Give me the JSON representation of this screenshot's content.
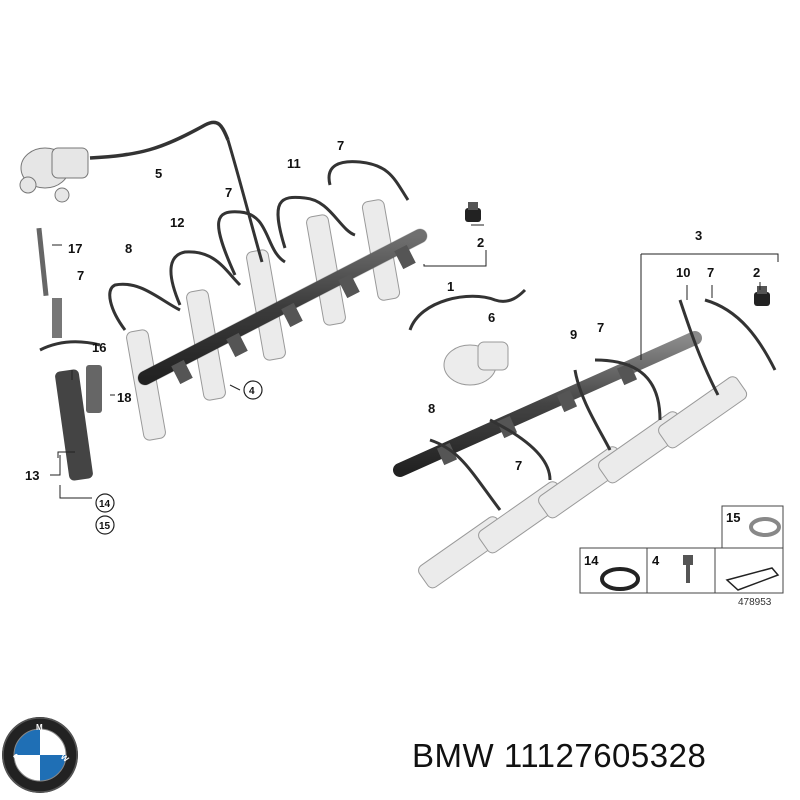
{
  "callouts": {
    "c1": "1",
    "c2a": "2",
    "c2b": "2",
    "c3": "3",
    "c4": "4",
    "c5": "5",
    "c6": "6",
    "c7a": "7",
    "c7b": "7",
    "c7c": "7",
    "c7d": "7",
    "c7e": "7",
    "c7f": "7",
    "c8a": "8",
    "c8b": "8",
    "c9": "9",
    "c10": "10",
    "c11": "11",
    "c12": "12",
    "c13": "13",
    "c14": "14",
    "c15": "15",
    "c16": "16",
    "c17": "17",
    "c18": "18"
  },
  "inset": {
    "label14": "14",
    "label4": "4",
    "label15": "15",
    "ref": "478953"
  },
  "caption": {
    "brand": "BMW",
    "part_number": "11127605328"
  },
  "logo": {
    "text": "BMW",
    "colors": {
      "blue": "#1f6fb5",
      "ring": "#222222"
    }
  }
}
